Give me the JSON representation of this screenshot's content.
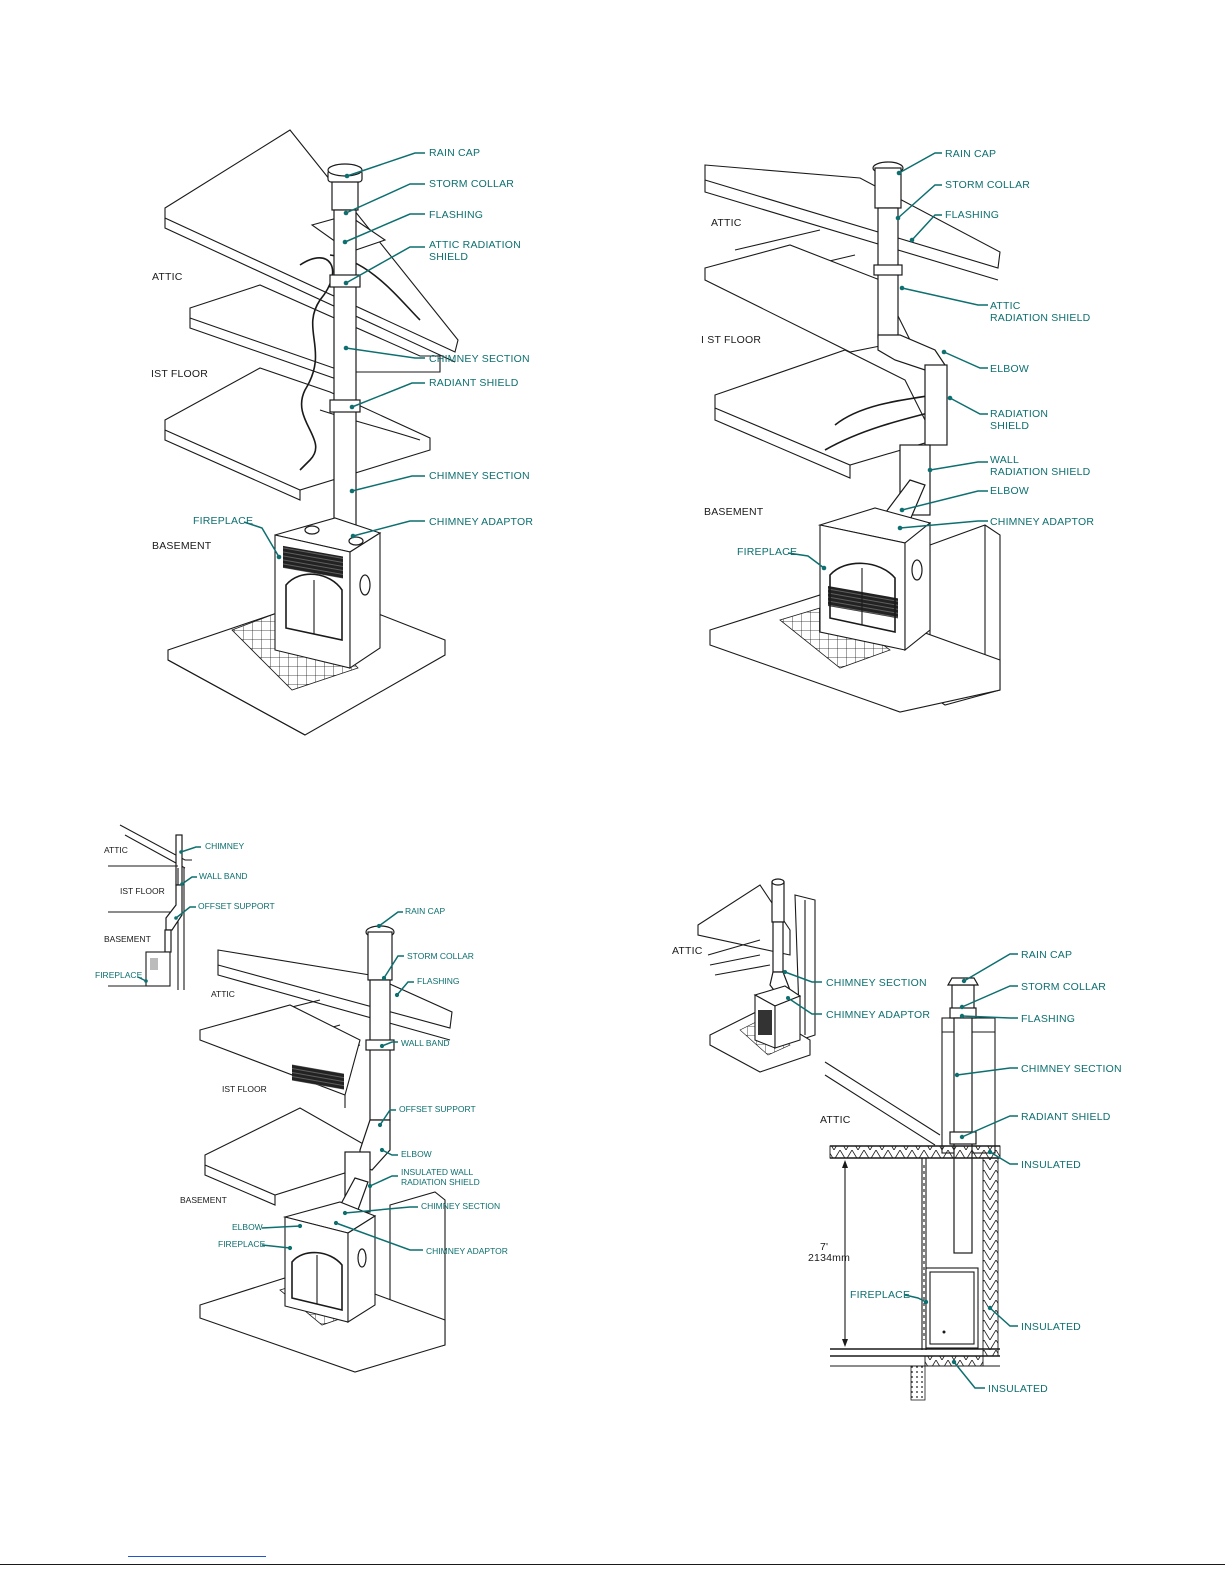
{
  "diagrams": {
    "d1": {
      "floors": {
        "attic": "ATTIC",
        "first_floor": "IST FLOOR",
        "basement": "BASEMENT"
      },
      "labels": {
        "rain_cap": "RAIN CAP",
        "storm_collar": "STORM COLLAR",
        "flashing": "FLASHING",
        "attic_radiation_shield_1": "ATTIC RADIATION",
        "attic_radiation_shield_2": "SHIELD",
        "chimney_section_upper": "CHIMNEY SECTION",
        "radiant_shield": "RADIANT SHIELD",
        "chimney_section_lower": "CHIMNEY SECTION",
        "fireplace": "FIREPLACE",
        "chimney_adaptor": "CHIMNEY ADAPTOR"
      }
    },
    "d2": {
      "floors": {
        "attic": "ATTIC",
        "first_floor": "I ST FLOOR",
        "basement": "BASEMENT"
      },
      "labels": {
        "rain_cap": "RAIN CAP",
        "storm_collar": "STORM COLLAR",
        "flashing": "FLASHING",
        "attic_radiation_shield_1": "ATTIC",
        "attic_radiation_shield_2": "RADIATION SHIELD",
        "elbow_upper": "ELBOW",
        "radiation_shield_1": "RADIATION",
        "radiation_shield_2": "SHIELD",
        "wall_radiation_shield_1": "WALL",
        "wall_radiation_shield_2": "RADIATION SHIELD",
        "elbow_lower": "ELBOW",
        "chimney_adaptor": "CHIMNEY ADAPTOR",
        "fireplace": "FIREPLACE"
      }
    },
    "d3_inset": {
      "floors": {
        "attic": "ATTIC",
        "first_floor": "IST FLOOR",
        "basement": "BASEMENT"
      },
      "labels": {
        "chimney": "CHIMNEY",
        "wall_band": "WALL BAND",
        "offset_support": "OFFSET SUPPORT",
        "fireplace": "FIREPLACE"
      }
    },
    "d3": {
      "floors": {
        "attic": "ATTIC",
        "first_floor": "IST FLOOR",
        "basement": "BASEMENT"
      },
      "labels": {
        "rain_cap": "RAIN CAP",
        "storm_collar": "STORM COLLAR",
        "flashing": "FLASHING",
        "wall_band": "WALL BAND",
        "offset_support": "OFFSET SUPPORT",
        "elbow_upper": "ELBOW",
        "insulated_wall_radiation_shield_1": "INSULATED WALL",
        "insulated_wall_radiation_shield_2": "RADIATION SHIELD",
        "chimney_section": "CHIMNEY SECTION",
        "elbow_lower": "ELBOW",
        "fireplace": "FIREPLACE",
        "chimney_adaptor": "CHIMNEY ADAPTOR"
      }
    },
    "d4_inset": {
      "floors": {
        "attic": "ATTIC"
      },
      "labels": {
        "chimney_section": "CHIMNEY SECTION",
        "chimney_adaptor": "CHIMNEY ADAPTOR"
      }
    },
    "d4": {
      "floors": {
        "attic": "ATTIC"
      },
      "labels": {
        "rain_cap": "RAIN CAP",
        "storm_collar": "STORM COLLAR",
        "flashing": "FLASHING",
        "chimney_section": "CHIMNEY SECTION",
        "radiant_shield": "RADIANT SHIELD",
        "insulated_top": "INSULATED",
        "insulated_side": "INSULATED",
        "insulated_bottom": "INSULATED",
        "fireplace": "FIREPLACE",
        "height_imperial": "7'",
        "height_metric": "2134mm"
      }
    }
  },
  "colors": {
    "label": "#0d6f6f",
    "line": "#1a1a1a",
    "footer_link": "#2255cc"
  }
}
